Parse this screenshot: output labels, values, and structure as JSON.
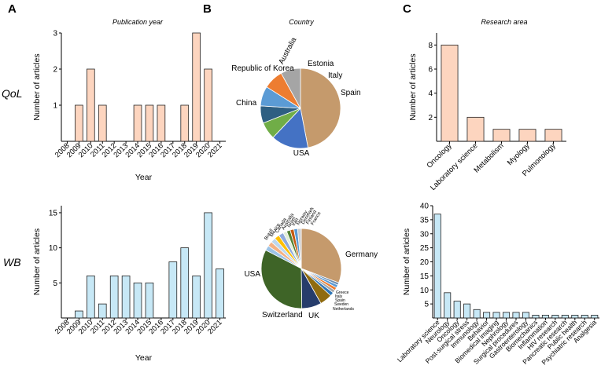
{
  "panels": {
    "A": "A",
    "B": "B",
    "C": "C"
  },
  "section_titles": {
    "a": "Publication year",
    "b": "Country",
    "c": "Research area"
  },
  "row_labels": {
    "qol": "QoL",
    "wb": "WB"
  },
  "colors": {
    "qol_fill": "#fdd5bf",
    "wb_fill": "#c7e8f6",
    "stroke": "#222222"
  },
  "chart_data": [
    {
      "id": "qol-year",
      "type": "bar",
      "xlabel": "Year",
      "ylabel": "Number of articles",
      "ylim": [
        0,
        3
      ],
      "yticks": [
        1,
        2,
        3
      ],
      "categories": [
        "2008",
        "2009",
        "2010",
        "2011",
        "2012",
        "2013",
        "2014",
        "2015",
        "2016",
        "2017",
        "2018",
        "2019",
        "2020",
        "2021"
      ],
      "values": [
        0,
        1,
        2,
        1,
        0,
        0,
        1,
        1,
        1,
        0,
        1,
        3,
        2,
        0
      ]
    },
    {
      "id": "wb-year",
      "type": "bar",
      "xlabel": "Year",
      "ylabel": "Number of articles",
      "ylim": [
        0,
        16
      ],
      "yticks": [
        5,
        10,
        15
      ],
      "categories": [
        "2008",
        "2009",
        "2010",
        "2011",
        "2012",
        "2013",
        "2014",
        "2015",
        "2016",
        "2017",
        "2018",
        "2019",
        "2020",
        "2021"
      ],
      "values": [
        0,
        1,
        6,
        2,
        6,
        6,
        5,
        5,
        0,
        8,
        10,
        6,
        15,
        7
      ]
    },
    {
      "id": "qol-country",
      "type": "pie",
      "labels": [
        "USA",
        "China",
        "Republic of Korea",
        "Australia",
        "Estonia",
        "Italy",
        "Spain"
      ],
      "values": [
        47,
        15,
        7,
        7,
        8,
        8,
        8
      ],
      "colors": [
        "#c59a6c",
        "#4472c4",
        "#70ad47",
        "#2e5f82",
        "#5b9bd5",
        "#ed7d31",
        "#a5a5a5"
      ]
    },
    {
      "id": "wb-country",
      "type": "pie",
      "labels": [
        "Germany",
        "Greece",
        "Italy",
        "Spain",
        "Sweden",
        "Netherlands",
        "UK",
        "Switzerland",
        "USA",
        "Brazil",
        "Mexico",
        "Canada",
        "Australia",
        "Israel",
        "Iran",
        "Norway",
        "Denmark",
        "Finland",
        "France"
      ],
      "values": [
        31,
        1,
        1.2,
        1.2,
        1.2,
        1.5,
        5,
        8,
        33,
        2,
        2,
        2,
        2,
        2,
        1.5,
        1.5,
        1.5,
        1.5,
        1.5
      ],
      "colors": [
        "#c59a6c",
        "#6a8caf",
        "#5b9bd5",
        "#ed7d31",
        "#a5a5a5",
        "#2e75b6",
        "#8f6b10",
        "#263c6b",
        "#3e6427",
        "#9dc3e6",
        "#f4b183",
        "#bdd7ee",
        "#ffc000",
        "#8faadc",
        "#e2efda",
        "#548235",
        "#c55a11",
        "#5b9bd5",
        "#d0cece"
      ]
    },
    {
      "id": "qol-area",
      "type": "bar",
      "ylabel": "Number of articles",
      "ylim": [
        0,
        9
      ],
      "yticks": [
        2,
        4,
        6,
        8
      ],
      "categories": [
        "Oncology",
        "Laboratory science",
        "Metabolism",
        "Myology",
        "Pulmonology"
      ],
      "values": [
        8,
        2,
        1,
        1,
        1
      ]
    },
    {
      "id": "wb-area",
      "type": "bar",
      "ylabel": "Number of articles",
      "ylim": [
        0,
        40
      ],
      "yticks": [
        5,
        10,
        15,
        20,
        25,
        30,
        35,
        40
      ],
      "categories": [
        "Laboratory science",
        "Neurology",
        "Oncology",
        "Post-surgical stress",
        "Immunology",
        "Behavior",
        "Biomedical imaging",
        "Nephrology",
        "Surgical procedures",
        "Gastroenterology",
        "Biomechanics",
        "Inflammation",
        "HIV research",
        "Pancreatic research",
        "Public health",
        "Psychiatric research",
        "Analgesia"
      ],
      "values": [
        37,
        9,
        6,
        5,
        3,
        2,
        2,
        2,
        2,
        2,
        1,
        1,
        1,
        1,
        1,
        1,
        1
      ]
    }
  ]
}
